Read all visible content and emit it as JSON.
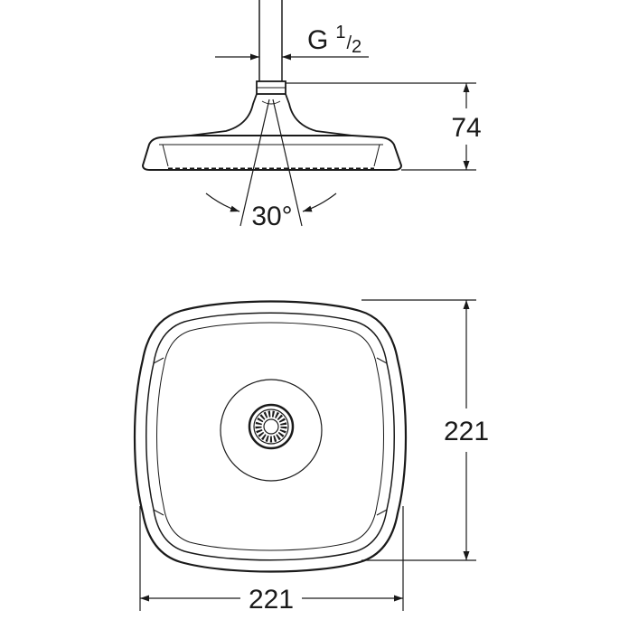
{
  "thread_label": {
    "prefix": "G",
    "numerator": "1",
    "slash": "/",
    "denominator": "2"
  },
  "height_dimension": "74",
  "spray_angle": "30°",
  "width_dimension": "221",
  "depth_dimension": "221",
  "colors": {
    "line": "#1a1a1a",
    "background": "#ffffff"
  }
}
